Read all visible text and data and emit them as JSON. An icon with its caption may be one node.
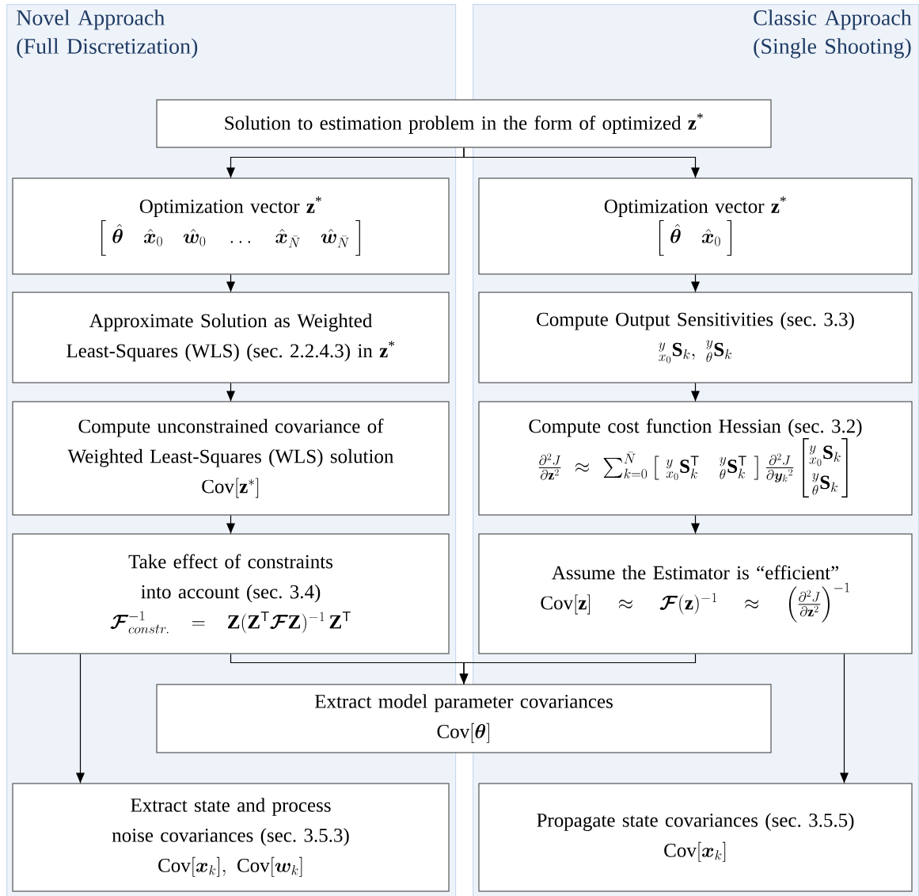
{
  "diagram": {
    "nodes": [
      {
        "text": [
          "Novel Approach (Full Discretization)"
        ]
      },
      {
        "text": [
          "Classic Approach (Single Shooting)"
        ]
      },
      {
        "text": [
          "Solution to estimation problem in the form of optimized **z**$^{*}$"
        ]
      },
      {
        "text": [
          "Optimization vector **z**$^{*}$",
          "\\left[\\;\\hat{\\boldsymbol{\\theta}}\\quad\\hat{\\boldsymbol{x}}_0\\quad\\hat{\\boldsymbol{w}}_0\\quad\\dots\\quad\\hat{\\boldsymbol{x}}_{\\bar{N}}\\quad\\hat{\\boldsymbol{w}}_{\\bar{N}}\\;\\right]"
        ],
        "in": 0
      },
      {
        "text": [
          "Optimization vector **z**$^{*}$",
          "\\left[\\;\\hat{\\boldsymbol{\\theta}}\\quad\\hat{\\boldsymbol{x}}_0\\;\\right]"
        ],
        "in": 1
      },
      {
        "text": [
          "Approximate Solution as Weighted Least-Squares (WLS) (sec. 2.2.4.3) in **z**$^{*}$"
        ],
        "in": 0
      },
      {
        "text": [
          "Compute Output Sensitivities (sec. 3.3)",
          "{}^{y}_{x_0}\\mathbf{S}_k,\\ {}^{y}_{\\theta}\\mathbf{S}_k"
        ],
        "in": 1
      },
      {
        "text": [
          "Compute unconstrained covariance of Weighted Least-Squares (WLS) solution",
          "\\mathrm{Cov}[\\mathbf{z}^*]"
        ],
        "in": 0
      },
      {
        "text": [
          "Compute cost function Hessian (sec. 3.2)",
          "\\frac{\\partial^2 J}{\\partial \\mathbf{z}^2} \\approx \\sum_{k=0}^{\\bar{N}} \\left[\\ {}^{y}_{x_0}\\mathbf{S}_k^{\\mathsf{T}} \\quad {}^{y}_{\\theta}\\mathbf{S}_k^{\\mathsf{T}}\\ \\right] \\frac{\\partial^2 J}{\\partial \\boldsymbol{y}_k{}^2} \\begin{bmatrix} {}^{y}_{x_0}\\mathbf{S}_k \\\\ {}^{y}_{\\theta}\\mathbf{S}_k \\end{bmatrix}"
        ],
        "in": 1
      },
      {
        "text": [
          "Take effect of constraints into account (sec. 3.4)",
          "\\boldsymbol{\\mathcal{F}}^{-1}_{constr.} \\;=\\; \\mathbf{Z}(\\mathbf{Z}^{\\mathsf{T}}\\boldsymbol{\\mathcal{F}}\\mathbf{Z})^{-1}\\,\\mathbf{Z}^{\\mathsf{T}}"
        ],
        "in": 0
      },
      {
        "text": [
          "Assume the Estimator is “efficient”",
          "\\mathrm{Cov}[\\mathbf{z}] \\;\\approx\\; \\boldsymbol{\\mathcal{F}}(\\mathbf{z})^{-1} \\;\\approx\\; \\left(\\frac{\\partial^2 J}{\\partial \\mathbf{z}^2}\\right)^{-1}"
        ],
        "in": 1
      },
      {
        "text": [
          "Extract model parameter covariances",
          "\\mathrm{Cov}[\\boldsymbol{\\theta}]"
        ]
      },
      {
        "text": [
          "Extract state and process noise covariances (sec. 3.5.3)",
          "\\mathrm{Cov}[\\boldsymbol{x}_k],\\ \\mathrm{Cov}[\\boldsymbol{w}_k]"
        ],
        "in": 0
      },
      {
        "text": [
          "Propagate state covariances (sec. 3.5.5)",
          "\\mathrm{Cov}[\\boldsymbol{x}_k]"
        ],
        "in": 1
      }
    ],
    "edges": [
      {
        "from": 2,
        "to": 3,
        "arrow": "to"
      },
      {
        "from": 2,
        "to": 4,
        "arrow": "to"
      },
      {
        "from": 3,
        "to": 5,
        "arrow": "to"
      },
      {
        "from": 5,
        "to": 7,
        "arrow": "to"
      },
      {
        "from": 7,
        "to": 9,
        "arrow": "to"
      },
      {
        "from": 4,
        "to": 6,
        "arrow": "to"
      },
      {
        "from": 6,
        "to": 8,
        "arrow": "to"
      },
      {
        "from": 8,
        "to": 10,
        "arrow": "to"
      },
      {
        "from": 9,
        "to": 11,
        "arrow": "to"
      },
      {
        "from": 10,
        "to": 11,
        "arrow": "to"
      },
      {
        "from": 9,
        "to": 12,
        "arrow": "to"
      },
      {
        "from": 10,
        "to": 13,
        "arrow": "to"
      }
    ]
  }
}
